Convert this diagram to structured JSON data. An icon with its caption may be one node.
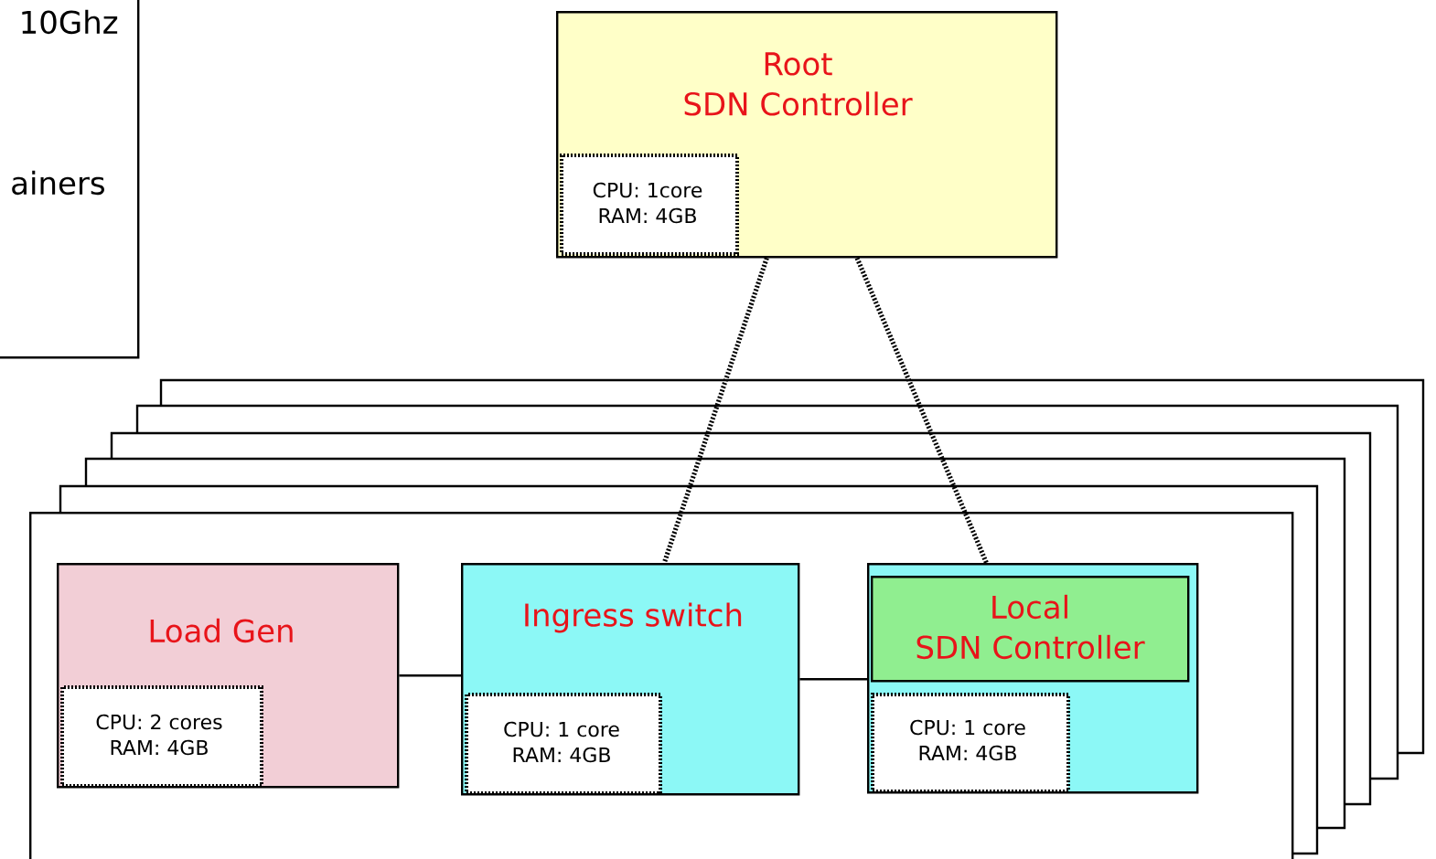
{
  "diagram": {
    "nodes": [
      {
        "text": [
          "10Ghz",
          "ainers"
        ]
      },
      {
        "text": [
          "Root SDN Controller"
        ]
      },
      {
        "text": [
          "CPU: 1core RAM: 4GB"
        ],
        "in": 1
      },
      {
        "text": [],
        "shape": "box"
      },
      {
        "text": [
          "Load Gen"
        ],
        "in": 3
      },
      {
        "text": [
          "CPU: 2 cores RAM: 4GB"
        ],
        "in": 4
      },
      {
        "text": [
          "Ingress switch"
        ],
        "in": 3
      },
      {
        "text": [
          "CPU: 1 core RAM: 4GB"
        ],
        "in": 6
      },
      {
        "text": [],
        "shape": "box",
        "in": 3
      },
      {
        "text": [
          "Local SDN Controller"
        ],
        "in": 8
      },
      {
        "text": [
          "CPU: 1 core RAM: 4GB"
        ],
        "in": 8
      }
    ],
    "edges": [
      {
        "from": 1,
        "to": 6,
        "arrow": "none",
        "style": "dashed"
      },
      {
        "from": 1,
        "to": 8,
        "arrow": "none",
        "style": "dashed"
      },
      {
        "from": 4,
        "to": 6,
        "arrow": "none"
      },
      {
        "from": 6,
        "to": 8,
        "arrow": "none"
      }
    ]
  }
}
